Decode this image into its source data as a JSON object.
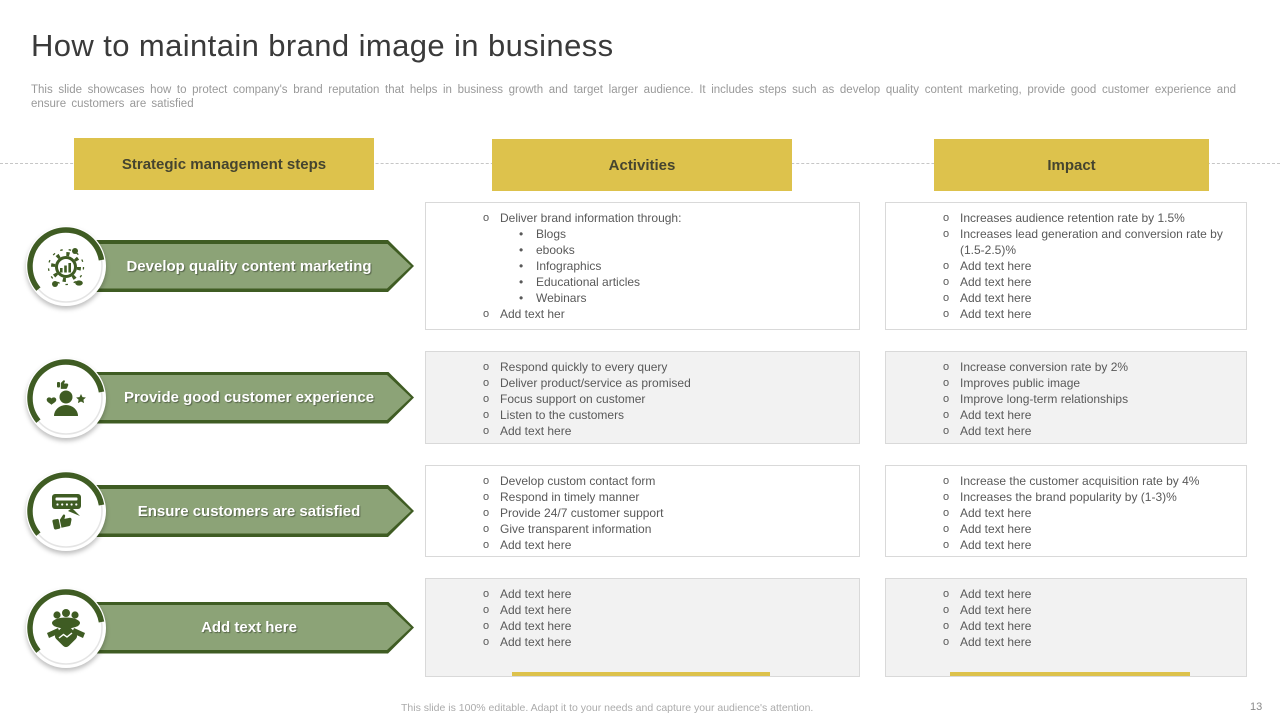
{
  "slide": {
    "title": "How to maintain brand image in business",
    "subtitle": "This slide showcases how to protect company's brand reputation that helps in business growth and target larger audience. It includes steps such as develop quality content marketing, provide good customer experience and ensure customers are satisfied",
    "footer_note": "This slide is 100% editable. Adapt it to your needs and capture your audience's attention.",
    "page_number": "13"
  },
  "headers": {
    "steps": "Strategic management steps",
    "activities": "Activities",
    "impact": "Impact"
  },
  "rows": [
    {
      "step": "Develop quality content marketing",
      "icon": "content-marketing-icon",
      "activities": [
        {
          "text": "Deliver brand information through:",
          "sub": [
            "Blogs",
            "ebooks",
            "Infographics",
            "Educational articles",
            "Webinars"
          ]
        },
        {
          "text": "Add text her"
        }
      ],
      "impact": [
        {
          "text": "Increases audience retention rate by 1.5%"
        },
        {
          "text": "Increases lead generation and conversion rate by (1.5-2.5)%"
        },
        {
          "text": "Add text here"
        },
        {
          "text": "Add text here"
        },
        {
          "text": "Add text here"
        },
        {
          "text": "Add text here"
        }
      ]
    },
    {
      "step": "Provide good customer experience",
      "icon": "customer-experience-icon",
      "activities": [
        {
          "text": "Respond quickly to every query"
        },
        {
          "text": "Deliver product/service as promised"
        },
        {
          "text": "Focus support on customer"
        },
        {
          "text": "Listen to the customers"
        },
        {
          "text": "Add text here"
        }
      ],
      "impact": [
        {
          "text": "Increase conversion rate by 2%"
        },
        {
          "text": "Improves public image"
        },
        {
          "text": "Improve long-term relationships"
        },
        {
          "text": "Add text here"
        },
        {
          "text": "Add text here"
        }
      ]
    },
    {
      "step": "Ensure customers are satisfied",
      "icon": "customer-satisfaction-icon",
      "activities": [
        {
          "text": "Develop custom contact form"
        },
        {
          "text": "Respond in timely manner"
        },
        {
          "text": "Provide 24/7 customer support"
        },
        {
          "text": "Give transparent information"
        },
        {
          "text": "Add text here"
        }
      ],
      "impact": [
        {
          "text": "Increase the customer acquisition rate by 4%"
        },
        {
          "text": "Increases the brand popularity by (1-3)%"
        },
        {
          "text": "Add text here"
        },
        {
          "text": "Add text here"
        },
        {
          "text": "Add text here"
        }
      ]
    },
    {
      "step": "Add text here",
      "icon": "handshake-icon",
      "activities": [
        {
          "text": "Add text here"
        },
        {
          "text": "Add text here"
        },
        {
          "text": "Add text here"
        },
        {
          "text": "Add text here"
        }
      ],
      "impact": [
        {
          "text": "Add text here"
        },
        {
          "text": "Add text here"
        },
        {
          "text": "Add text here"
        },
        {
          "text": "Add text here"
        }
      ]
    }
  ],
  "markers": {
    "level1": "o",
    "level2": "•"
  },
  "colors": {
    "accent_yellow": "#ddc24c",
    "dark_green": "#3f5c23",
    "sage_green": "#8ca377",
    "header_text": "#45442f"
  }
}
